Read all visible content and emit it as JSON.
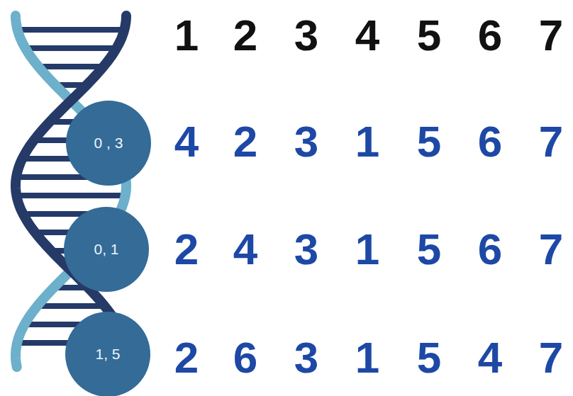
{
  "diagram": {
    "nodes": [
      {
        "text": [
          "0 , 3"
        ]
      },
      {
        "text": [
          "0, 1"
        ]
      },
      {
        "text": [
          "1, 5"
        ]
      }
    ],
    "labels": [
      "1",
      "2",
      "3",
      "4",
      "5",
      "6",
      "7",
      "4",
      "2",
      "3",
      "1",
      "5",
      "6",
      "7",
      "2",
      "4",
      "3",
      "1",
      "5",
      "6",
      "7",
      "2",
      "6",
      "3",
      "1",
      "5",
      "4",
      "7"
    ]
  }
}
